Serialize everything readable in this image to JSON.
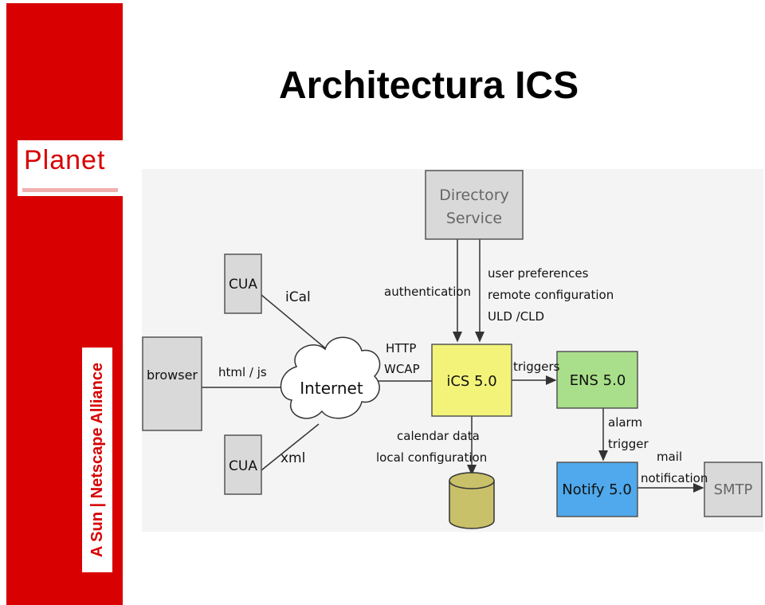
{
  "title": "Architectura ICS",
  "sidebar": {
    "logo_text": "Planet",
    "vertical_text": "A Sun | Netscape Alliance"
  },
  "colors": {
    "sidebar": "#d80000",
    "box_gray": "#d9d9d9",
    "ics_yellow": "#f3f37a",
    "ens_green": "#a9df8a",
    "notify_blue": "#4fa9ec",
    "db_olive": "#c9c06a"
  },
  "diagram": {
    "nodes": {
      "directory": [
        "Directory",
        "Service"
      ],
      "cua_top": "CUA",
      "browser": "browser",
      "cua_bottom": "CUA",
      "internet": "Internet",
      "ics": "iCS 5.0",
      "ens": "ENS 5.0",
      "notify": "Notify 5.0",
      "smtp": "SMTP"
    },
    "labels": {
      "ical": "iCal",
      "html_js": "html / js",
      "xml": "xml",
      "authentication": "authentication",
      "user_prefs": [
        "user preferences",
        "remote configuration",
        "ULD /CLD"
      ],
      "http_wcap": [
        "HTTP",
        "WCAP"
      ],
      "triggers": "triggers",
      "calendar": [
        "calendar data",
        "local configuration"
      ],
      "alarm_trigger": [
        "alarm",
        "trigger"
      ],
      "mail_notification": [
        "mail",
        "notification"
      ]
    }
  }
}
